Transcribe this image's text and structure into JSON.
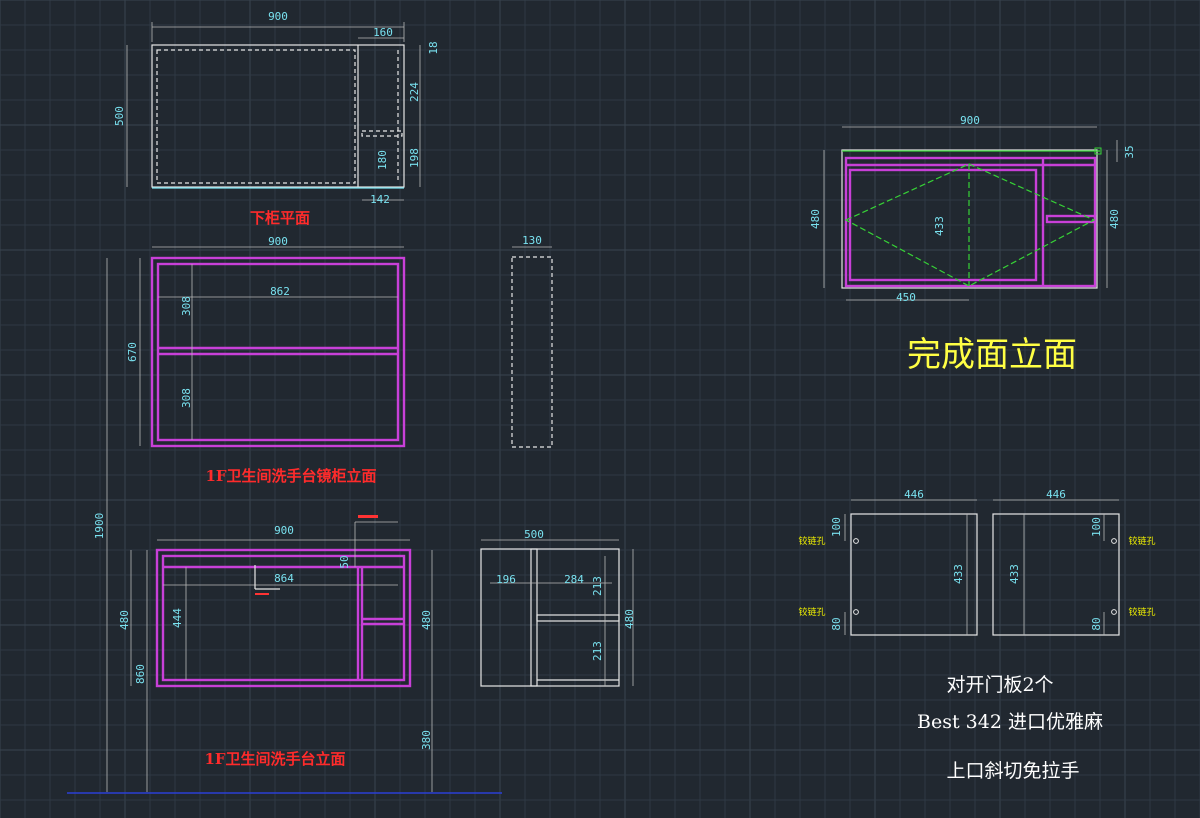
{
  "titles": {
    "lower_cabinet_plan": "下柜平面",
    "mirror_cabinet_elevation": "1F卫生间洗手台镜柜立面",
    "vanity_elevation": "1F卫生间洗手台立面",
    "finished_elevation": "完成面立面"
  },
  "notes": {
    "doors": "对开门板2个",
    "material": "Best 342  进口优雅麻",
    "handle": "上口斜切免拉手"
  },
  "hinge_label": "铰链孔",
  "dims": {
    "plan": {
      "width": "900",
      "right_width": "160",
      "top": "18",
      "depth": "500",
      "upper": "224",
      "lower": "198",
      "inner": "180",
      "bottom": "142"
    },
    "mirror": {
      "width": "900",
      "inner": "862",
      "height": "670",
      "upper": "308",
      "lower": "308",
      "side": "130"
    },
    "vanity": {
      "total": "1900",
      "width": "900",
      "inner": "864",
      "small": "50",
      "height": "480",
      "inner_height": "444",
      "base": "860",
      "floor": "380",
      "right_height": "480"
    },
    "side": {
      "width": "500",
      "left": "196",
      "right": "284",
      "upper": "213",
      "lower": "213",
      "height": "480"
    },
    "finished": {
      "width": "900",
      "top": "35",
      "height_left": "480",
      "height_right": "480",
      "inner": "433",
      "half": "450"
    },
    "doors": {
      "left_width": "446",
      "right_width": "446",
      "left_height": "433",
      "right_height": "433",
      "top_left": "100",
      "top_right": "100",
      "bottom_left": "80",
      "bottom_right": "80"
    }
  },
  "colors": {
    "background": "#212830",
    "dimension": "#79e1ef",
    "cabinet_frame": "#c840d8",
    "title_red": "#ff2b2b",
    "title_yellow": "#ffff44"
  }
}
